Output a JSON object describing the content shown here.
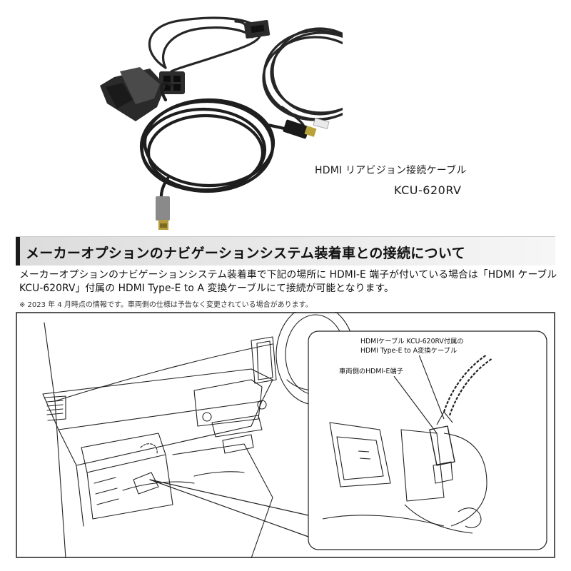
{
  "product": {
    "caption_title": "HDMI リアビジョン接続ケーブル",
    "caption_model": "KCU-620RV"
  },
  "section": {
    "heading": "メーカーオプションのナビゲーションシステム装着車との接続について"
  },
  "body": {
    "line1": "メーカーオプションのナビゲーションシステム装着車で下記の場所に HDMI-E 端子が付いている場合は「HDMI ケーブル",
    "line2": "KCU-620RV」付属の HDMI Type-E to A 変換ケーブルにて接続が可能となります。",
    "note": "※ 2023 年 4 月時点の情報です。車両側の仕様は予告なく変更されている場合があります。"
  },
  "diagram": {
    "label_cable_line1": "HDMIケーブル KCU-620RV付属の",
    "label_cable_line2": "HDMI Type-E to A変換ケーブル",
    "label_port": "車両側のHDMI-E端子"
  },
  "colors": {
    "section_mark": "#1b1b1b",
    "cable": "#1e1e1e",
    "connector_silver": "#8a8a8a"
  }
}
